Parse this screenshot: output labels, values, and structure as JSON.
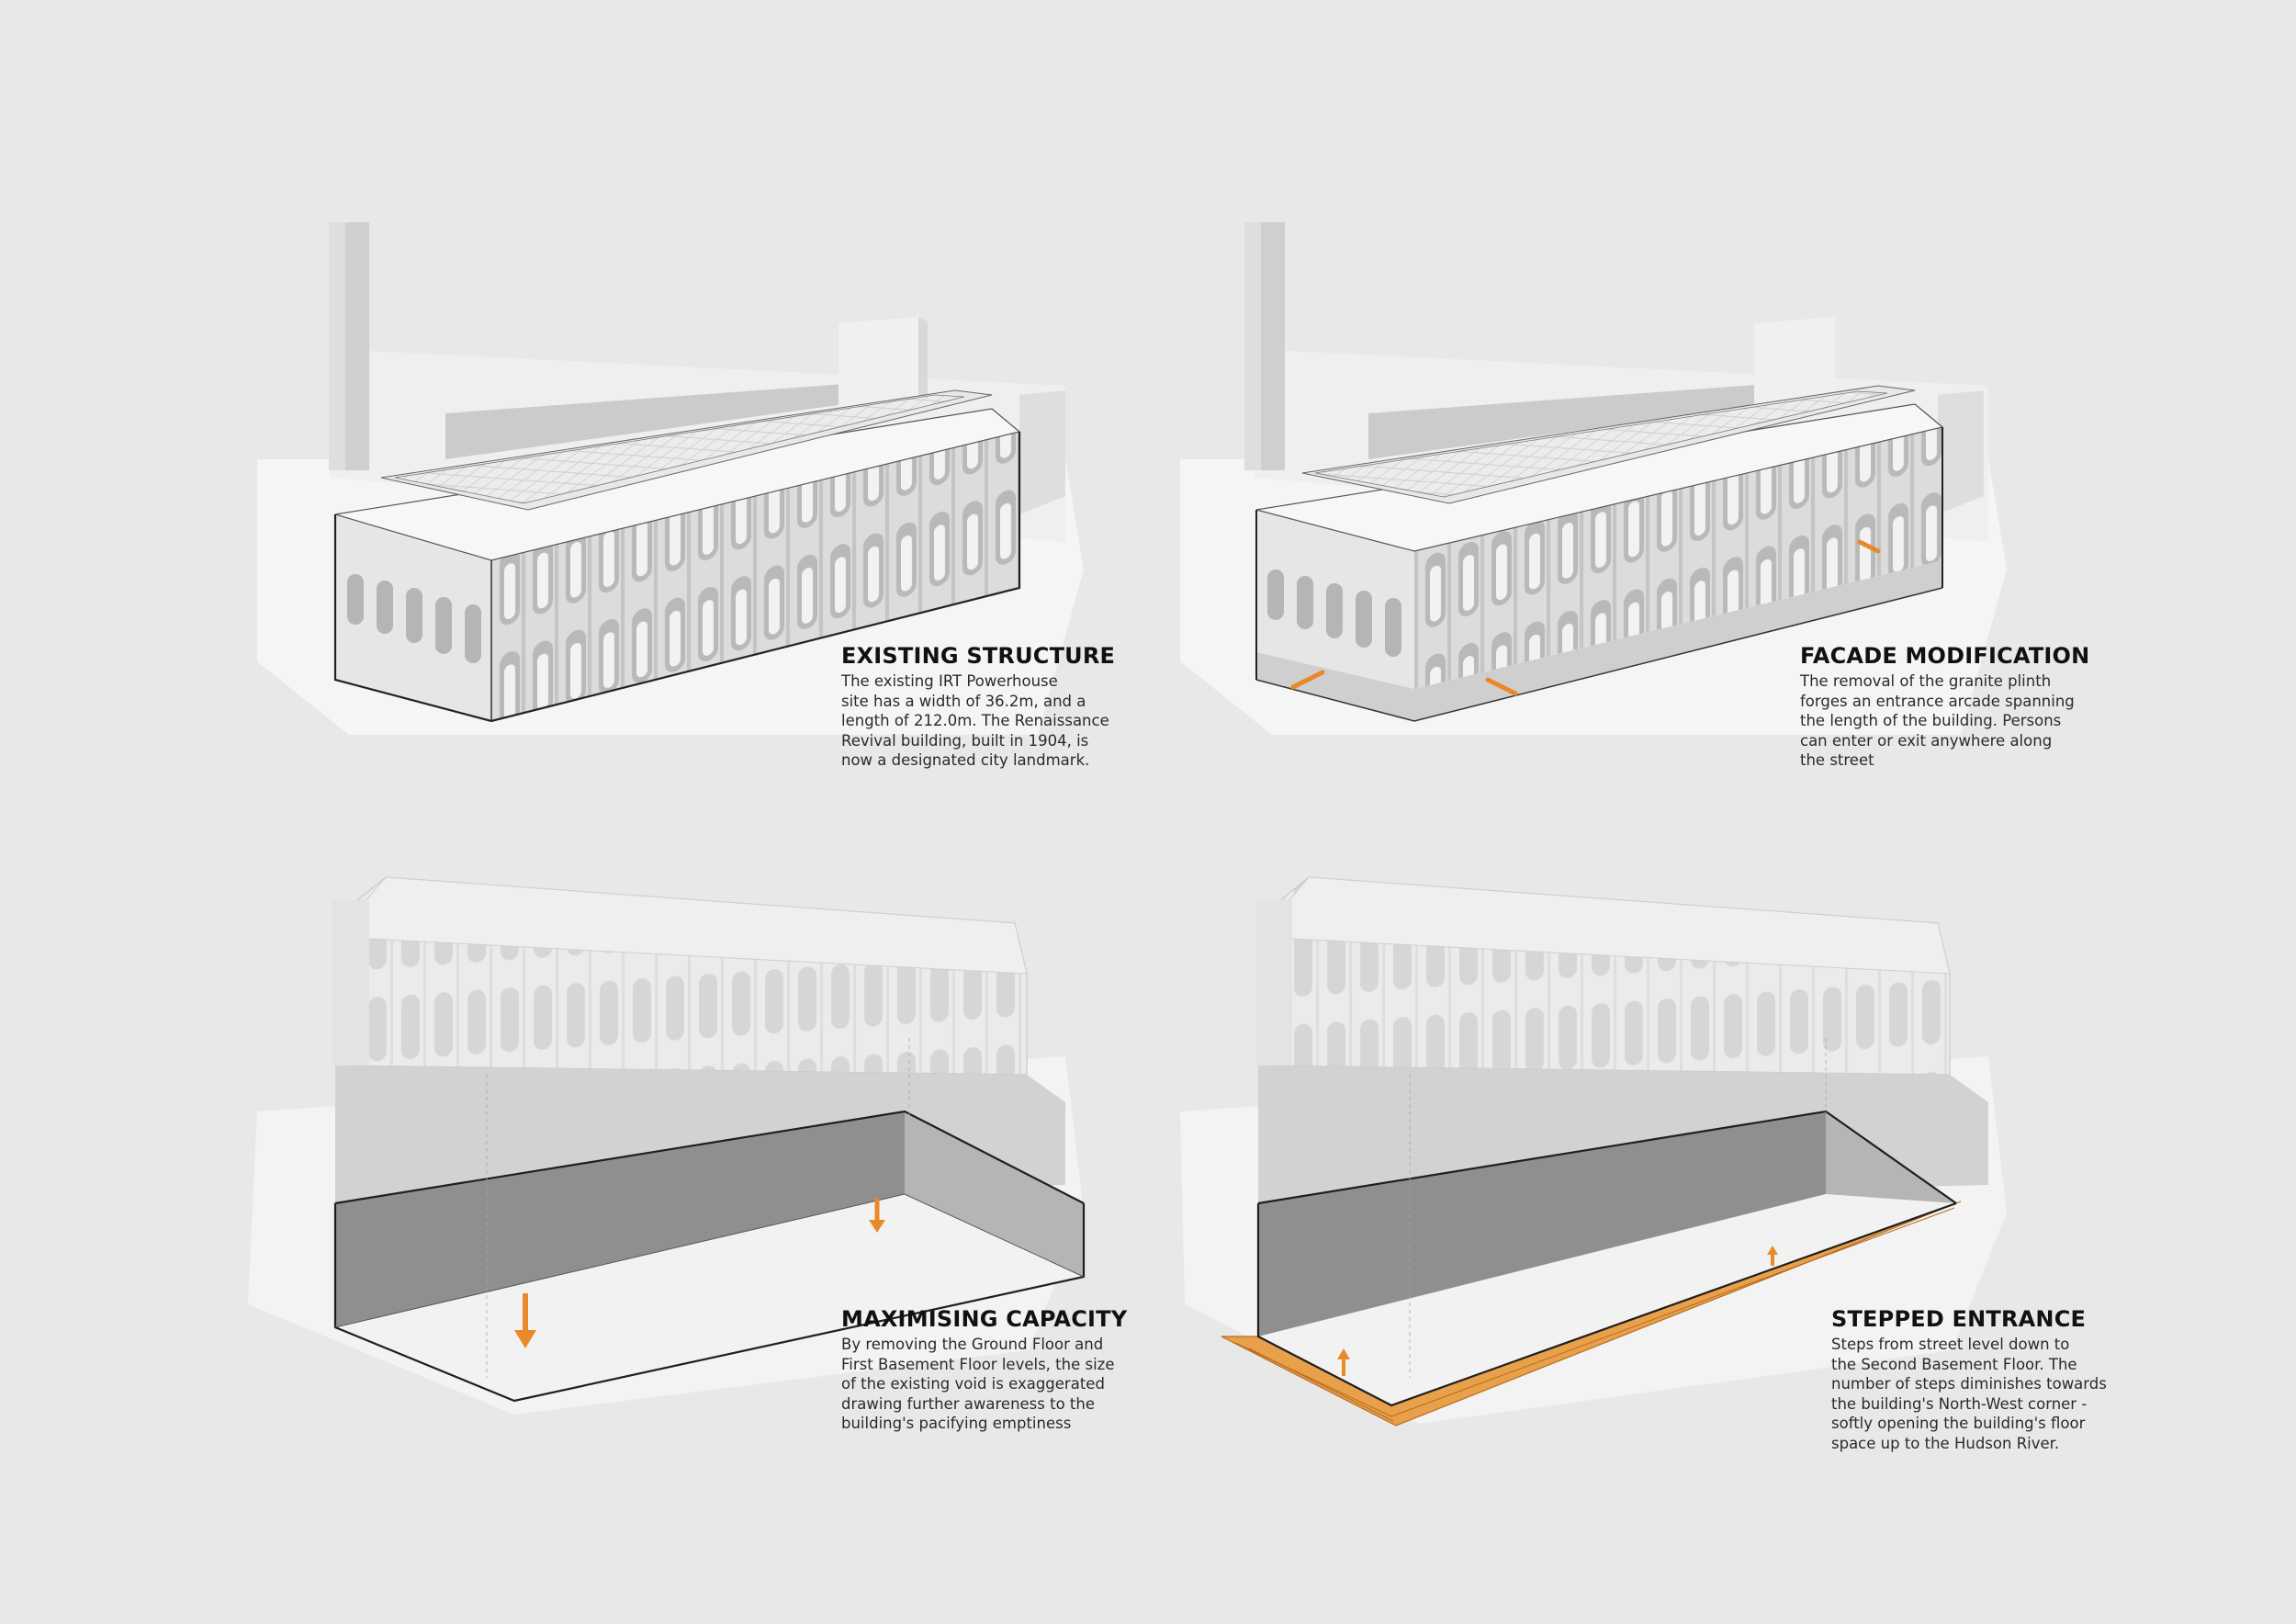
{
  "panels": [
    {
      "id": "existing-structure",
      "title": "EXISTING STRUCTURE",
      "lines": [
        "The existing IRT Powerhouse",
        "site has a width of 36.2m, and a",
        "length of 212.0m. The Renaissance",
        "Revival building, built in 1904, is",
        "now a designated city landmark."
      ]
    },
    {
      "id": "facade-modification",
      "title": "FACADE MODIFICATION",
      "lines": [
        "The removal of the granite plinth",
        "forges an entrance arcade spanning",
        "the length of the building. Persons",
        "can enter or exit anywhere along",
        "the street"
      ]
    },
    {
      "id": "maximising-capacity",
      "title": "MAXIMISING CAPACITY",
      "lines": [
        "By removing the Ground Floor and",
        "First Basement Floor levels, the size",
        "of the existing void is exaggerated",
        "drawing further awareness to the",
        "building's pacifying emptiness"
      ]
    },
    {
      "id": "stepped-entrance",
      "title": "STEPPED ENTRANCE",
      "lines": [
        "Steps from street level down to",
        "the Second Basement Floor. The",
        "number of steps diminishes towards",
        "the building's North-West corner -",
        "softly opening the building's floor",
        "space up to the Hudson River."
      ]
    }
  ],
  "colors": {
    "background": "#e8e8e8",
    "accent": "#e8892a",
    "building_light": "#f4f4f4",
    "building_mid": "#cfcfcf",
    "building_dark": "#9a9a9a",
    "void_dark": "#8c8c8c"
  }
}
